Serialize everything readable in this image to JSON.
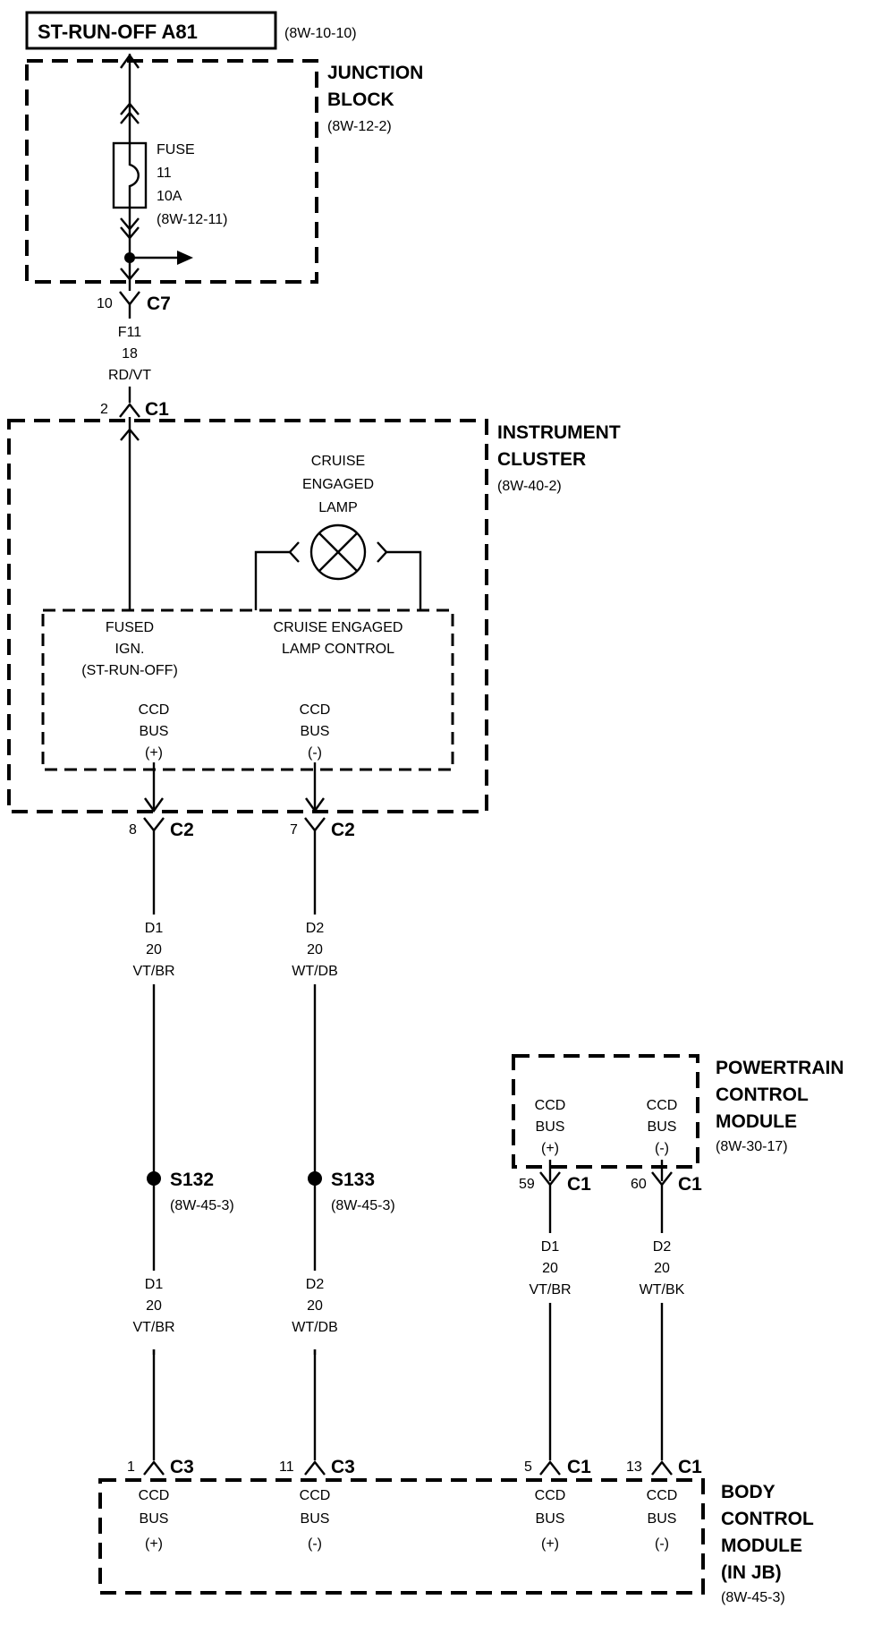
{
  "source": {
    "label": "ST-RUN-OFF A81",
    "ref": "(8W-10-10)"
  },
  "junction_block": {
    "title1": "JUNCTION",
    "title2": "BLOCK",
    "ref": "(8W-12-2)",
    "fuse": {
      "l1": "FUSE",
      "l2": "11",
      "l3": "10A",
      "l4": "(8W-12-11)"
    }
  },
  "c7": {
    "pin": "10",
    "name": "C7"
  },
  "wire_f11": {
    "circuit": "F11",
    "gauge": "18",
    "color": "RD/VT"
  },
  "c1_ic": {
    "pin": "2",
    "name": "C1"
  },
  "instrument_cluster": {
    "title1": "INSTRUMENT",
    "title2": "CLUSTER",
    "ref": "(8W-40-2)",
    "lamp": {
      "l1": "CRUISE",
      "l2": "ENGAGED",
      "l3": "LAMP"
    },
    "fused_ign": {
      "l1": "FUSED",
      "l2": "IGN.",
      "l3": "(ST-RUN-OFF)"
    },
    "lamp_ctrl": {
      "l1": "CRUISE ENGAGED",
      "l2": "LAMP CONTROL"
    },
    "bus_pos": {
      "l1": "CCD",
      "l2": "BUS",
      "l3": "(+)"
    },
    "bus_neg": {
      "l1": "CCD",
      "l2": "BUS",
      "l3": "(-)"
    }
  },
  "c2a": {
    "pin": "8",
    "name": "C2"
  },
  "c2b": {
    "pin": "7",
    "name": "C2"
  },
  "wire_d1_top": {
    "circuit": "D1",
    "gauge": "20",
    "color": "VT/BR"
  },
  "wire_d2_top": {
    "circuit": "D2",
    "gauge": "20",
    "color": "WT/DB"
  },
  "s132": {
    "name": "S132",
    "ref": "(8W-45-3)"
  },
  "s133": {
    "name": "S133",
    "ref": "(8W-45-3)"
  },
  "wire_d1_bot": {
    "circuit": "D1",
    "gauge": "20",
    "color": "VT/BR"
  },
  "wire_d2_bot": {
    "circuit": "D2",
    "gauge": "20",
    "color": "WT/DB"
  },
  "pcm": {
    "title1": "POWERTRAIN",
    "title2": "CONTROL",
    "title3": "MODULE",
    "ref": "(8W-30-17)",
    "bus_pos": {
      "l1": "CCD",
      "l2": "BUS",
      "l3": "(+)"
    },
    "bus_neg": {
      "l1": "CCD",
      "l2": "BUS",
      "l3": "(-)"
    }
  },
  "pcm_c1a": {
    "pin": "59",
    "name": "C1"
  },
  "pcm_c1b": {
    "pin": "60",
    "name": "C1"
  },
  "wire_d1_pcm": {
    "circuit": "D1",
    "gauge": "20",
    "color": "VT/BR"
  },
  "wire_d2_pcm": {
    "circuit": "D2",
    "gauge": "20",
    "color": "WT/BK"
  },
  "bcm_c3a": {
    "pin": "1",
    "name": "C3"
  },
  "bcm_c3b": {
    "pin": "11",
    "name": "C3"
  },
  "bcm_c1a": {
    "pin": "5",
    "name": "C1"
  },
  "bcm_c1b": {
    "pin": "13",
    "name": "C1"
  },
  "bcm": {
    "title1": "BODY",
    "title2": "CONTROL",
    "title3": "MODULE",
    "title4": "(IN JB)",
    "ref": "(8W-45-3)",
    "bus1": {
      "l1": "CCD",
      "l2": "BUS",
      "l3": "(+)"
    },
    "bus2": {
      "l1": "CCD",
      "l2": "BUS",
      "l3": "(-)"
    },
    "bus3": {
      "l1": "CCD",
      "l2": "BUS",
      "l3": "(+)"
    },
    "bus4": {
      "l1": "CCD",
      "l2": "BUS",
      "l3": "(-)"
    }
  }
}
